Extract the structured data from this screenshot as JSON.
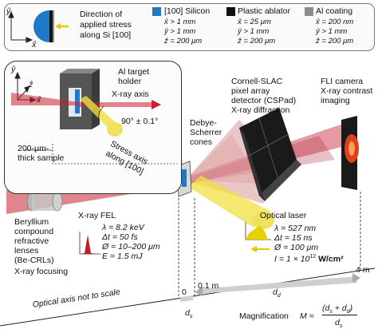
{
  "legend": {
    "stress_direction_label_line1": "Direction of",
    "stress_direction_label_line2": "applied stress",
    "stress_direction_label_line3": "along Si [100]",
    "silicon": {
      "name": "[100] Silicon",
      "color": "#1f78c8",
      "x": "x̂  > 1 mm",
      "y": "ŷ  > 1 mm",
      "z": "ẑ  = 200 μm"
    },
    "ablator": {
      "name": "Plastic ablator",
      "color": "#111111",
      "x": "x̂  = 25 μm",
      "y": "ŷ  > 1 mm",
      "z": "ẑ  = 200 μm"
    },
    "coating": {
      "name": "Al coating",
      "color": "#8c8c8c",
      "x": "x̂  = 200 nm",
      "y": "ŷ  > 1 mm",
      "z": "ẑ  = 200 μm"
    },
    "axis_y": "ŷ",
    "axis_x": "x̂"
  },
  "inset": {
    "al_target_holder_line1": "Al target",
    "al_target_holder_line2": "holder",
    "xray_axis": "X-ray axis",
    "angle": "90° ± 0.1°",
    "stress_axis_line1": "Stress axis",
    "stress_axis_line2": "along [100]",
    "sample_line1": "200-μm-",
    "sample_line2": "thick sample",
    "axis_y": "ŷ",
    "axis_z": "ẑ",
    "axis_x": "x̂"
  },
  "labels": {
    "cspad_line1": "Cornell-SLAC",
    "cspad_line2": "pixel array",
    "cspad_line3": "detector (CSPad)",
    "cspad_line4": "X-ray diffraction",
    "fli_line1": "FLI camera",
    "fli_line2": "X-ray contrast",
    "fli_line3": "imaging",
    "debye_line1": "Debye-",
    "debye_line2": "Scherrer",
    "debye_line3": "cones",
    "be_line1": "Beryllium",
    "be_line2": "compound",
    "be_line3": "refractive",
    "be_line4": "lenses",
    "be_line5": "(Be-CRLs)",
    "be_line6": "X-ray focusing",
    "fel_title": "X-ray FEL",
    "fel_energy": "λ = 8.2 keV",
    "fel_dt": "Δt = 50 fs",
    "fel_diam": "Ø = 10–200 μm",
    "fel_E": "E = 1.5 mJ",
    "laser_title": "Optical laser",
    "laser_lambda": "λ = 527 nm",
    "laser_dt": "Δt = 15 ns",
    "laser_diam": "Ø = 100 μm",
    "laser_I": "I = 1 × 10",
    "laser_I_exp": "12",
    "laser_I_unit": " W/cm²",
    "axis_zero": "0",
    "axis_01m": "0.1 m",
    "axis_4m": "4 m",
    "dd": "d",
    "dd_sub": "d",
    "ds": "d",
    "ds_sub": "s",
    "not_to_scale": "Optical axis not to scale",
    "magnification": "Magnification",
    "mag_formula_M": "M =",
    "mag_num": "(d",
    "mag_num_mid": "s",
    "mag_plus": " + d",
    "mag_num_end": "d",
    "mag_close": ")",
    "mag_den": "d",
    "mag_den_sub": "s"
  }
}
